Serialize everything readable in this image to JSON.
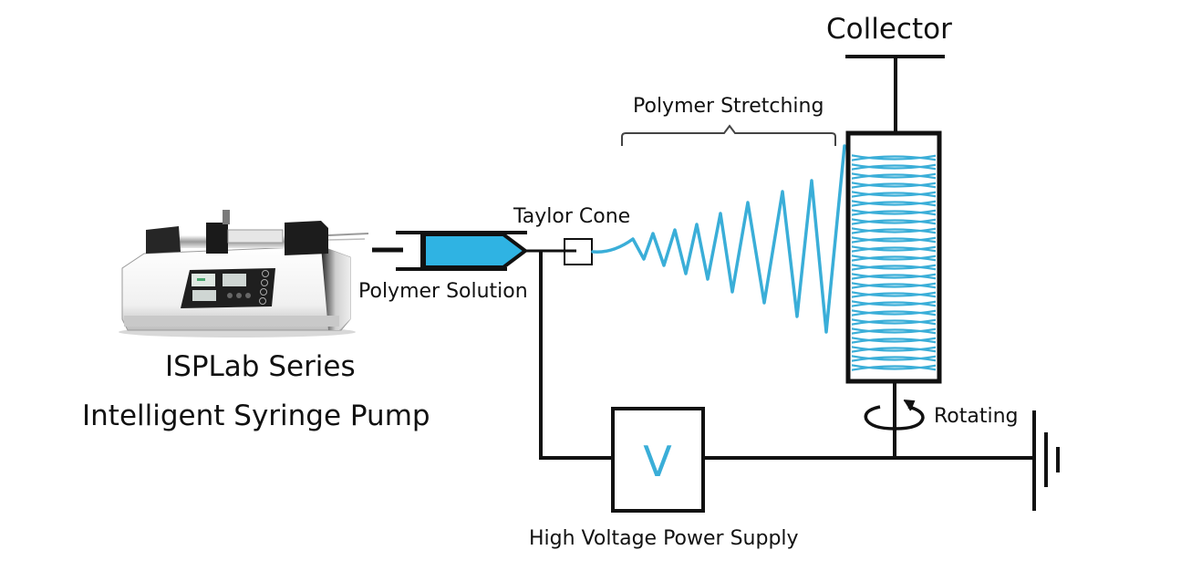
{
  "title": "Electrospinning setup with syringe pump",
  "labels": {
    "collector": "Collector",
    "polymer_stretching": "Polymer Stretching",
    "taylor_cone": "Taylor Cone",
    "polymer_solution": "Polymer Solution",
    "rotating": "Rotating",
    "power_supply": "High Voltage Power Supply",
    "voltage_symbol": "V",
    "product_line1": "ISPLab Series",
    "product_line2": "Intelligent Syringe Pump"
  },
  "components": [
    {
      "id": "syringe-pump",
      "name": "ISPLab Series Intelligent Syringe Pump",
      "kind": "device-photo"
    },
    {
      "id": "syringe",
      "name": "Polymer Solution",
      "kind": "syringe"
    },
    {
      "id": "taylor-cone",
      "name": "Taylor Cone",
      "kind": "nozzle-tip"
    },
    {
      "id": "jet",
      "name": "Polymer Stretching",
      "kind": "whipping-jet"
    },
    {
      "id": "collector",
      "name": "Collector",
      "kind": "rotating-drum"
    },
    {
      "id": "power-supply",
      "name": "High Voltage Power Supply",
      "kind": "voltage-source"
    },
    {
      "id": "ground",
      "name": "Ground",
      "kind": "ground-symbol"
    }
  ],
  "connections": [
    [
      "syringe",
      "taylor-cone"
    ],
    [
      "syringe",
      "power-supply"
    ],
    [
      "power-supply",
      "collector"
    ],
    [
      "collector",
      "ground"
    ]
  ],
  "colors": {
    "fiber": "#3aaed8",
    "solution": "#2fb3e3",
    "line": "#111111",
    "pump_screen": "#1d1d1d",
    "pump_body": "#f2f2f2"
  }
}
